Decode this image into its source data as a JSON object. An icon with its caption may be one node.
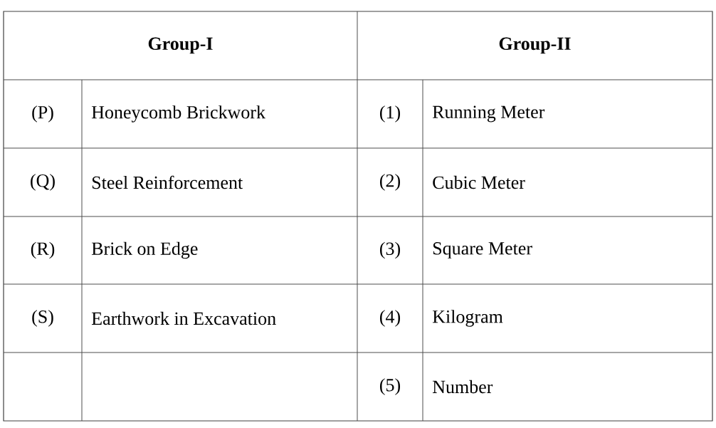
{
  "diagram": {
    "labels": [
      "Group-I",
      "Group-II",
      "(P)",
      "Honeycomb Brickwork",
      "(1)",
      "Running Meter",
      "(Q)",
      "Steel Reinforcement",
      "(2)",
      "Cubic Meter",
      "(R)",
      "Brick on Edge",
      "(3)",
      "Square Meter",
      "(S)",
      "Earthwork in Excavation",
      "(4)",
      "Kilogram",
      "(5)",
      "Number"
    ]
  }
}
